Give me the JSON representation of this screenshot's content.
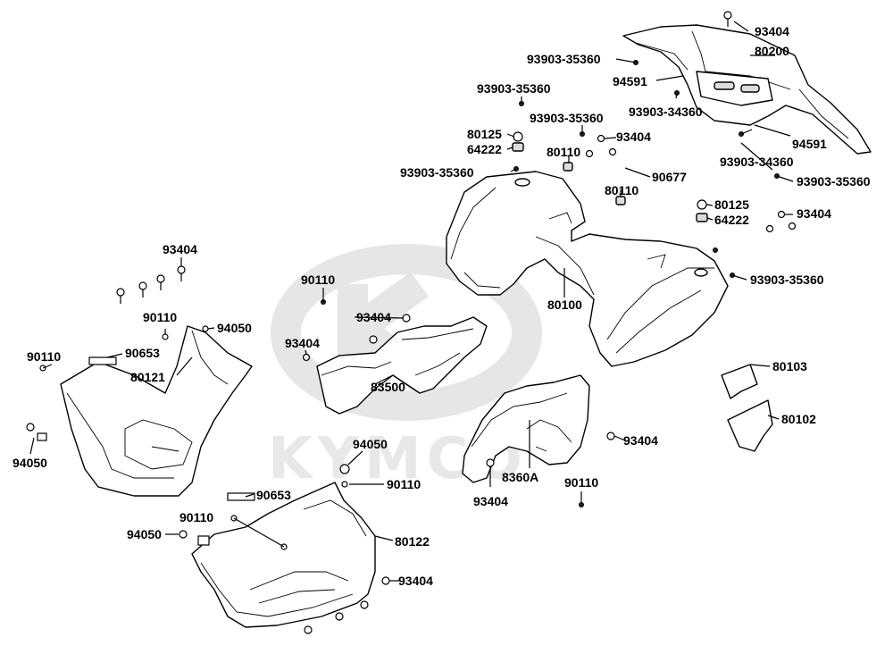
{
  "watermark": {
    "brand": "KYMCO"
  },
  "colors": {
    "ink": "#000000",
    "watermark": "#e6e6e6",
    "background": "#ffffff"
  },
  "labels": {
    "rear_rack_bolt": "93404",
    "rear_rack": "80200",
    "screw_top_left": "93903-35360",
    "clip_94591_a": "94591",
    "screw_rack": "93903-34360",
    "screw_tank": "93903-35360",
    "screw_mid": "93903-35360",
    "collar_left": "80125",
    "rubber_left": "64222",
    "bolt_mid": "93404",
    "grommet_left": "80110",
    "screw_far_left": "93903-35360",
    "clip_90677": "90677",
    "grommet_right": "80110",
    "clip_94591_b": "94591",
    "screw_rack_b": "93903-34360",
    "screw_right": "93903-35360",
    "collar_right": "80125",
    "rubber_right": "64222",
    "bolt_right": "93404",
    "screw_fender": "93903-35360",
    "fender": "80100",
    "decal_a": "80103",
    "decal_b": "80102",
    "bolt_left_top": "93404",
    "clip_90110_a": "90110",
    "clip_90110_b": "90110",
    "nut_94050_a": "94050",
    "clip_90110_c": "90110",
    "clip_90653_a": "90653",
    "footrest_left": "80121",
    "nut_94050_b": "94050",
    "bolt_cover_a": "93404",
    "bolt_cover_b": "93404",
    "cover_center": "83500",
    "nut_94050_c": "94050",
    "clip_90110_d": "90110",
    "clip_90653_b": "90653",
    "clip_90110_e": "90110",
    "nut_94050_d": "94050",
    "footrest_right": "80122",
    "bolt_footrest": "93404",
    "side_cover": "8360A",
    "bolt_side_a": "93404",
    "bolt_side_b": "93404",
    "clip_90110_f": "90110"
  }
}
